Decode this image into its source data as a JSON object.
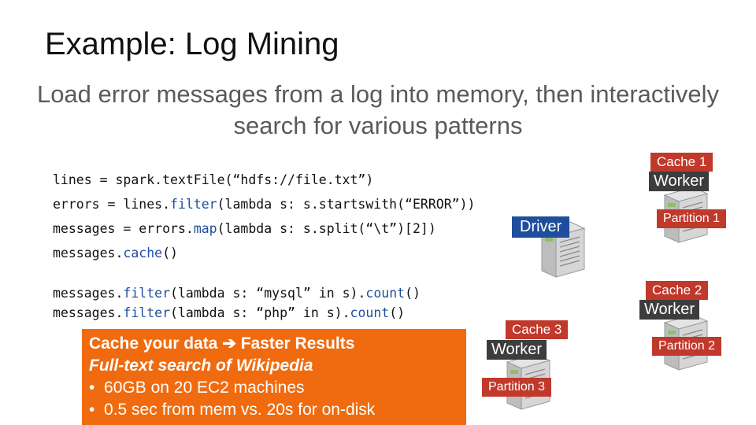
{
  "slide": {
    "title": "Example: Log Mining",
    "subtitle": "Load error messages from a log into memory, then interactively search for various patterns"
  },
  "code": {
    "line1_a": "lines = spark.textFile(",
    "line1_b": "“hdfs://file.txt”",
    "line1_c": ")",
    "line2_a": "errors = lines.",
    "line2_b": "filter",
    "line2_c": "(lambda s: s.startswith(",
    "line2_d": "“ERROR”",
    "line2_e": "))",
    "line3_a": "messages = errors.",
    "line3_b": "map",
    "line3_c": "(lambda s: s.split(",
    "line3_d": "“\\t”",
    "line3_e": ")[2])",
    "line4_a": "messages.",
    "line4_b": "cache",
    "line4_c": "()",
    "line5_a": "messages.",
    "line5_b": "filter",
    "line5_c": "(lambda s: ",
    "line5_d": "“mysql”",
    "line5_e": " in s).",
    "line5_f": "count",
    "line5_g": "()",
    "line6_a": "messages.",
    "line6_b": "filter",
    "line6_c": "(lambda s: ",
    "line6_d": "“php”",
    "line6_e": " in s).",
    "line6_f": "count",
    "line6_g": "()"
  },
  "callout": {
    "heading_a": "Cache your data",
    "heading_arrow": "➔",
    "heading_b": "Faster Results",
    "subheading": "Full-text search of Wikipedia",
    "bullet1": "60GB on 20 EC2 machines",
    "bullet2": "0.5 sec from mem vs. 20s for on-disk",
    "bullet_char": "•"
  },
  "diagram": {
    "driver_label": "Driver",
    "workers": [
      {
        "cache": "Cache 1",
        "worker": "Worker",
        "partition": "Partition 1"
      },
      {
        "cache": "Cache 2",
        "worker": "Worker",
        "partition": "Partition 2"
      },
      {
        "cache": "Cache 3",
        "worker": "Worker",
        "partition": "Partition 3"
      }
    ]
  },
  "colors": {
    "cache_label": "#c0392b",
    "driver_label": "#1f4e9c",
    "callout_bg": "#f06b0f",
    "worker_label": "#3d3d3d"
  },
  "icons": [
    "server-icon"
  ]
}
